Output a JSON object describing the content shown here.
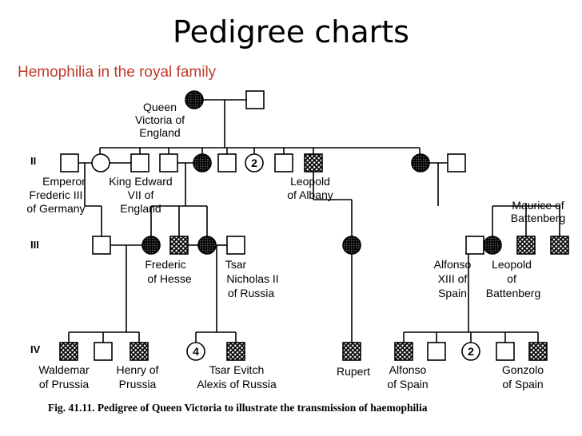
{
  "title": "Pedigree charts",
  "subtitle": "Hemophilia in the royal family",
  "generations": [
    "II",
    "III",
    "IV"
  ],
  "count_labels": [
    "2",
    "4",
    "2"
  ],
  "labels": {
    "queen": [
      "Queen",
      "Victoria of",
      "England"
    ],
    "emperor": [
      "Emperor",
      "Frederic III",
      "of Germany"
    ],
    "king_edward": [
      "King Edward",
      "VII of",
      "England"
    ],
    "leopold_albany": [
      "Leopold",
      "of Albany"
    ],
    "maurice": [
      "Maurice of",
      "Battenberg"
    ],
    "frederic_hesse": [
      "Frederic",
      "of Hesse"
    ],
    "tsar_nicholas": [
      "Tsar",
      "Nicholas II",
      "of Russia"
    ],
    "alfonso_xiii": [
      "Alfonso",
      "XIII of",
      "Spain"
    ],
    "leopold_battenberg": [
      "Leopold",
      "of",
      "Battenberg"
    ],
    "waldemar": [
      "Waldemar",
      "of Prussia"
    ],
    "henry": [
      "Henry of",
      "Prussia"
    ],
    "tsar_evitch": [
      "Tsar Evitch",
      "Alexis of Russia"
    ],
    "rupert": [
      "Rupert"
    ],
    "alfonso_spain": [
      "Alfonso",
      "of Spain"
    ],
    "gonzolo": [
      "Gonzolo",
      "of Spain"
    ]
  },
  "caption": "Fig. 41.11.   Pedigree of Queen Victoria to illustrate the transmission of haemophilia"
}
